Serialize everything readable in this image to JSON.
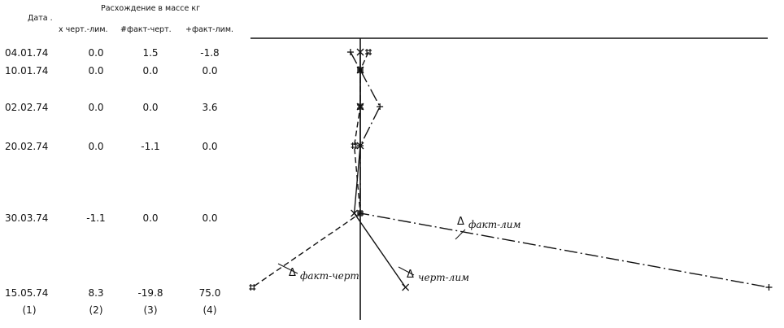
{
  "table": {
    "date_header": "Дата .",
    "group_header": "Расхождение в массе  кг",
    "col_headers": [
      "х черт.-лим.",
      "#факт-черт.",
      "+факт-лим."
    ],
    "dates": [
      "04.01.74",
      "10.01.74",
      "02.02.74",
      "20.02.74",
      "30.03.74",
      "15.05.74"
    ],
    "rows": [
      [
        "0.0",
        "1.5",
        "-1.8"
      ],
      [
        "0.0",
        "0.0",
        "0.0"
      ],
      [
        "0.0",
        "0.0",
        "3.6"
      ],
      [
        "0.0",
        "-1.1",
        "0.0"
      ],
      [
        "-1.1",
        "0.0",
        "0.0"
      ],
      [
        "8.3",
        "-19.8",
        "75.0"
      ]
    ],
    "col_indices": [
      "(1)",
      "(2)",
      "(3)",
      "(4)"
    ]
  },
  "chart_data": {
    "type": "line",
    "orientation": "vertical-time",
    "x": [
      "04.01.74",
      "10.01.74",
      "02.02.74",
      "20.02.74",
      "30.03.74",
      "15.05.74"
    ],
    "series": [
      {
        "name": "черт-лим",
        "marker": "x",
        "values": [
          0.0,
          0.0,
          0.0,
          0.0,
          -1.1,
          8.3
        ],
        "line": "solid"
      },
      {
        "name": "факт-черт",
        "marker": "#",
        "values": [
          1.5,
          0.0,
          0.0,
          -1.1,
          0.0,
          -19.8
        ],
        "line": "dashed"
      },
      {
        "name": "факт-лим",
        "marker": "+",
        "values": [
          -1.8,
          0.0,
          3.6,
          0.0,
          0.0,
          75.0
        ],
        "line": "dash-dot"
      }
    ],
    "annotations": [
      {
        "symbol": "Δ",
        "text": "факт-лим",
        "series": "факт-лим"
      },
      {
        "symbol": "Δ",
        "text": "факт-черт",
        "series": "факт-черт"
      },
      {
        "symbol": "Δ",
        "text": "черт-лим",
        "series": "черт-лим"
      }
    ],
    "grid": false,
    "legend": "none"
  }
}
